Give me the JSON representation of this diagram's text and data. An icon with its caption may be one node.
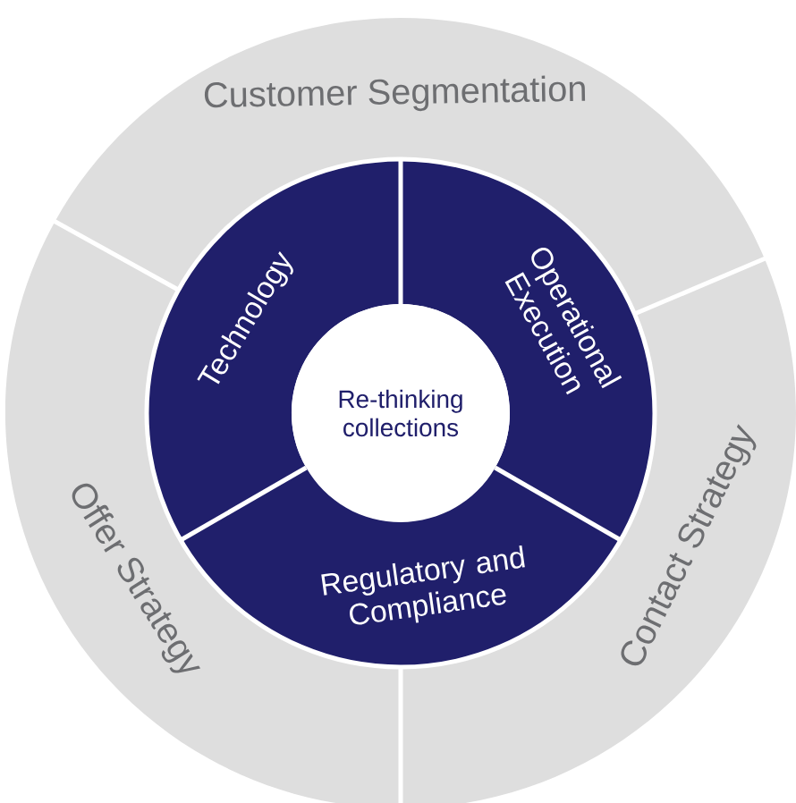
{
  "diagram": {
    "nodes": [
      {
        "text": [
          "Customer Segmentation"
        ]
      },
      {
        "text": [
          "Technology"
        ]
      },
      {
        "text": [
          "Operational Execution"
        ]
      },
      {
        "text": [
          "Re-thinking collections"
        ]
      },
      {
        "text": [
          "Offer Strategy"
        ]
      },
      {
        "text": [
          "Contact Strategy"
        ]
      },
      {
        "text": [
          "Regulatory and Compliance"
        ]
      }
    ]
  }
}
